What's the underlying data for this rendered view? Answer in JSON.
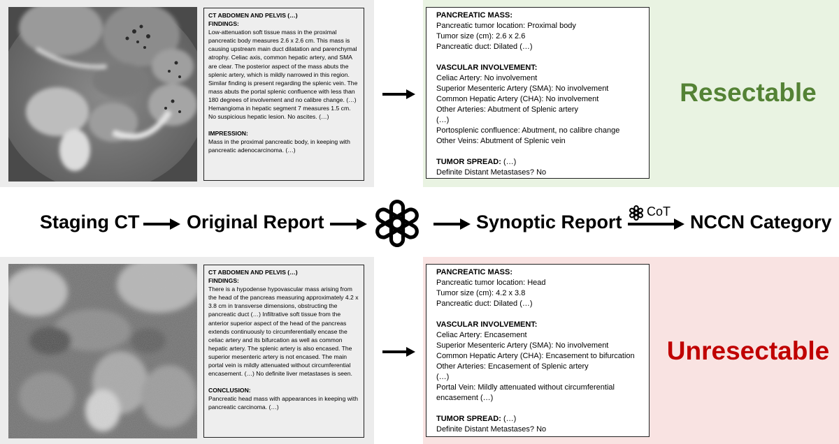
{
  "flow": {
    "staging_ct": "Staging CT",
    "original_report": "Original Report",
    "synoptic_report": "Synoptic Report",
    "cot_label": "CoT",
    "nccn_category": "NCCN Category"
  },
  "top": {
    "report": {
      "title": "CT ABDOMEN AND PELVIS (…)",
      "findings_label": "FINDINGS:",
      "findings_text": "Low-attenuation soft tissue mass in the proximal pancreatic body measures 2.6 x 2.6 cm. This mass is causing upstream main duct dilatation and parenchymal atrophy. Celiac axis, common hepatic artery, and SMA are clear. The posterior aspect of the mass abuts the splenic artery, which is mildly narrowed in this region. Similar finding is present regarding the splenic vein. The mass abuts the portal splenic confluence with less than 180 degrees of involvement and no calibre change. (…) Hemangioma in hepatic segment 7 measures 1.5 cm. No suspicious hepatic lesion. No ascites. (…)",
      "impression_label": "IMPRESSION:",
      "impression_text": "Mass in the proximal pancreatic body, in keeping with pancreatic adenocarcinoma. (…)"
    },
    "synoptic": {
      "mass_label": "PANCREATIC MASS:",
      "mass_lines": [
        "Pancreatic tumor location: Proximal body",
        "Tumor size (cm): 2.6 x 2.6",
        "Pancreatic duct: Dilated (…)"
      ],
      "vasc_label": "VASCULAR INVOLVEMENT:",
      "vasc_lines": [
        "Celiac Artery: No involvement",
        "Superior Mesenteric Artery (SMA): No involvement",
        "Common Hepatic Artery (CHA): No involvement",
        "Other Arteries: Abutment of Splenic artery",
        "(…)",
        "Portosplenic confluence: Abutment, no calibre change",
        "Other Veins: Abutment of Splenic vein"
      ],
      "spread_label": "TUMOR SPREAD:",
      "spread_suffix": " (…)",
      "spread_lines": [
        "Definite Distant Metastases? No"
      ]
    },
    "category": "Resectable",
    "category_color": "#548235"
  },
  "bottom": {
    "report": {
      "title": "CT ABDOMEN AND PELVIS (…)",
      "findings_label": "FINDINGS:",
      "findings_text": "There is a hypodense hypovascular mass arising from the head of the pancreas measuring approximately 4.2 x 3.8 cm in transverse dimensions, obstructing the pancreatic duct (…) Infiltrative soft tissue from the anterior superior aspect of the head of the pancreas extends continuously to circumferentially encase the celiac artery and its bifurcation as well as common hepatic artery. The splenic artery is also encased. The superior mesenteric artery is not encased. The main portal vein is mildly attenuated without circumferential encasement. (…) No definite liver metastases is seen.",
      "impression_label": "CONCLUSION:",
      "impression_text": "Pancreatic head mass with appearances in keeping with pancreatic carcinoma. (…)"
    },
    "synoptic": {
      "mass_label": "PANCREATIC MASS:",
      "mass_lines": [
        "Pancreatic tumor location: Head",
        "Tumor size (cm): 4.2 x 3.8",
        "Pancreatic duct: Dilated (…)"
      ],
      "vasc_label": "VASCULAR INVOLVEMENT:",
      "vasc_lines": [
        "Celiac Artery: Encasement",
        "Superior Mesenteric Artery (SMA): No involvement",
        "Common Hepatic Artery (CHA): Encasement to bifurcation",
        "Other Arteries: Encasement of Splenic artery",
        "(…)",
        "Portal Vein: Mildly attenuated without circumferential encasement (…)"
      ],
      "spread_label": "TUMOR SPREAD:",
      "spread_suffix": " (…)",
      "spread_lines": [
        "Definite Distant Metastases? No"
      ]
    },
    "category": "Unresectable",
    "category_color": "#c00000"
  },
  "icons": [
    "chatgpt-logo-icon",
    "chatgpt-small-logo-icon",
    "arrow-icon"
  ]
}
